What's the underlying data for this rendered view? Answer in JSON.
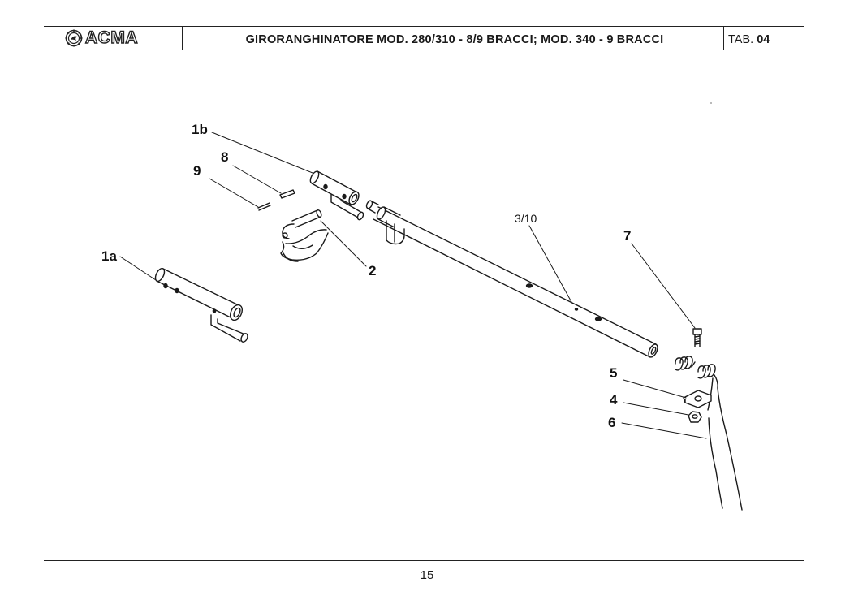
{
  "header": {
    "logo_text": "ACMA",
    "title": "GIRORANGHINATORE MOD. 280/310 - 8/9 BRACCI; MOD. 340 - 9 BRACCI",
    "tab_label": "TAB.",
    "tab_number": "04"
  },
  "diagram": {
    "callouts": {
      "c1b": "1b",
      "c8": "8",
      "c9": "9",
      "c1a": "1a",
      "c2": "2",
      "c310": "3/10",
      "c7": "7",
      "c5": "5",
      "c4": "4",
      "c6": "6"
    }
  },
  "footer": {
    "page_number": "15"
  }
}
